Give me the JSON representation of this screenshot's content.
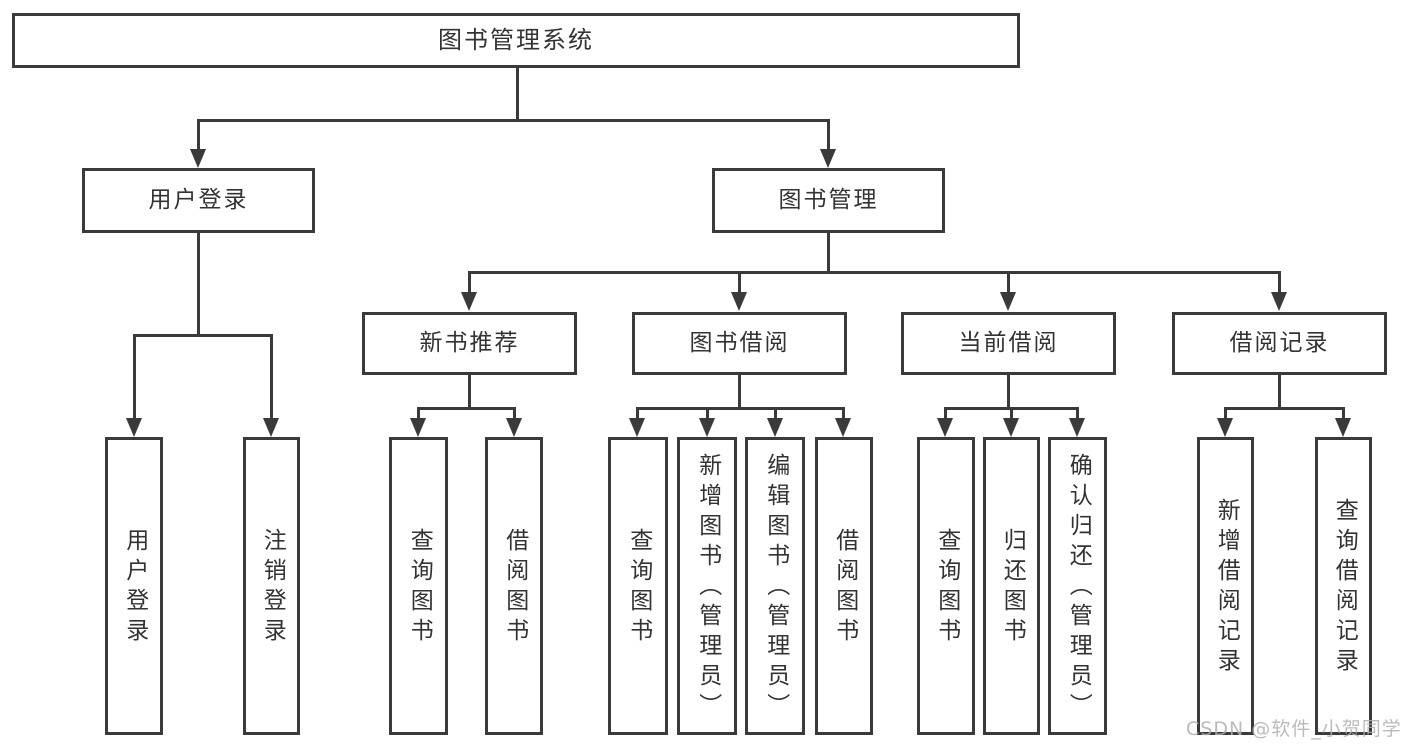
{
  "diagram": {
    "title": "图书管理系统",
    "watermark": "CSDN @软件_小贺同学",
    "colors": {
      "line": "#3a3a3a",
      "text": "#333333",
      "watermark": "#b0b0b0",
      "background": "#ffffff"
    },
    "nodes": {
      "root": {
        "label": "图书管理系统"
      },
      "user_login": {
        "label": "用户登录"
      },
      "book_mgmt": {
        "label": "图书管理"
      },
      "new_book_rec": {
        "label": "新书推荐"
      },
      "book_borrow": {
        "label": "图书借阅"
      },
      "current_borrow": {
        "label": "当前借阅"
      },
      "borrow_records": {
        "label": "借阅记录"
      },
      "leaf_user_login": {
        "label": "用户登录"
      },
      "leaf_logout": {
        "label": "注销登录"
      },
      "leaf_nbr_query_books": {
        "label": "查询图书"
      },
      "leaf_nbr_borrow_books": {
        "label": "借阅图书"
      },
      "leaf_bb_query_books": {
        "label": "查询图书"
      },
      "leaf_bb_add_books": {
        "label": "新增图书（管理员）"
      },
      "leaf_bb_edit_books": {
        "label": "编辑图书（管理员）"
      },
      "leaf_bb_borrow_books": {
        "label": "借阅图书"
      },
      "leaf_cb_query_books": {
        "label": "查询图书"
      },
      "leaf_cb_return_books": {
        "label": "归还图书"
      },
      "leaf_cb_confirm_return": {
        "label": "确认归还（管理员）"
      },
      "leaf_br_add_record": {
        "label": "新增借阅记录"
      },
      "leaf_br_query_record": {
        "label": "查询借阅记录"
      }
    }
  }
}
